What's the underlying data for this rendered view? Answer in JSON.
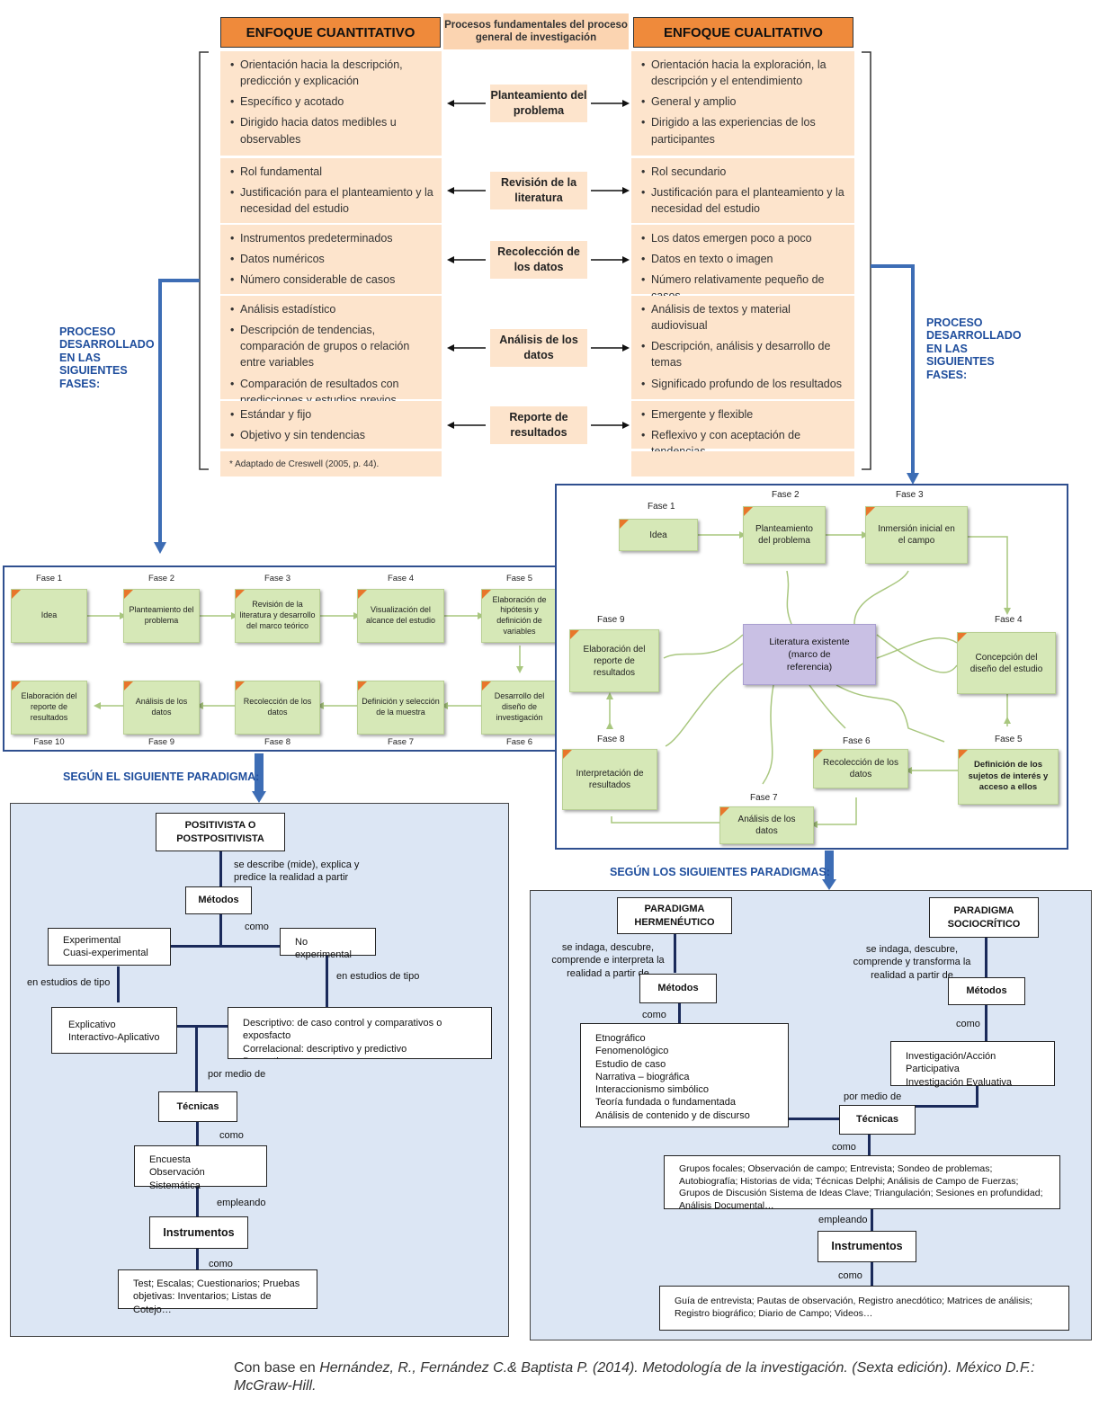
{
  "table": {
    "left_header": "ENFOQUE CUANTITATIVO",
    "mid_header": "Procesos fundamentales del proceso general de investigación",
    "right_header": "ENFOQUE CUALITATIVO",
    "rows": [
      {
        "phase": "Planteamiento del problema",
        "left": [
          "Orientación hacia la descripción, predicción y explicación",
          "Específico y acotado",
          "Dirigido hacia datos medibles u observables"
        ],
        "right": [
          "Orientación hacia la exploración, la descripción y el entendimiento",
          "General y amplio",
          "Dirigido a las experiencias de los participantes"
        ]
      },
      {
        "phase": "Revisión de la literatura",
        "left": [
          "Rol fundamental",
          "Justificación para el planteamiento y la necesidad del estudio"
        ],
        "right": [
          "Rol secundario",
          "Justificación para el planteamiento y la necesidad del estudio"
        ]
      },
      {
        "phase": "Recolección de los datos",
        "left": [
          "Instrumentos predeterminados",
          "Datos numéricos",
          "Número considerable de casos"
        ],
        "right": [
          "Los datos emergen poco a poco",
          "Datos en texto o imagen",
          "Número relativamente pequeño de casos"
        ]
      },
      {
        "phase": "Análisis de los datos",
        "left": [
          "Análisis estadístico",
          "Descripción de tendencias, comparación de grupos o relación entre variables",
          "Comparación de resultados con predicciones y estudios previos"
        ],
        "right": [
          "Análisis de textos y material audiovisual",
          "Descripción, análisis y desarrollo de temas",
          "Significado profundo de los resultados"
        ]
      },
      {
        "phase": "Reporte de resultados",
        "left": [
          "Estándar y fijo",
          "Objetivo y sin tendencias"
        ],
        "right": [
          "Emergente y flexible",
          "Reflexivo y con aceptación de tendencias"
        ]
      }
    ],
    "footnote": "* Adaptado de Creswell (2005, p. 44)."
  },
  "labels": {
    "proceso_left": "PROCESO DESARROLLADO EN LAS SIGUIENTES FASES:",
    "proceso_right": "PROCESO DESARROLLADO EN LAS SIGUIENTES FASES:",
    "paradigma_left": "SEGÚN EL SIGUIENTE PARADIGMA:",
    "paradigma_right": "SEGÚN LOS SIGUIENTES PARADIGMAS:"
  },
  "quant_phases": [
    {
      "fase": "Fase 1",
      "text": "Idea"
    },
    {
      "fase": "Fase 2",
      "text": "Planteamiento del problema"
    },
    {
      "fase": "Fase 3",
      "text": "Revisión de la literatura y desarrollo del marco teórico"
    },
    {
      "fase": "Fase 4",
      "text": "Visualización del alcance del estudio"
    },
    {
      "fase": "Fase 5",
      "text": "Elaboración de hipótesis y definición de variables"
    },
    {
      "fase": "Fase 6",
      "text": "Desarrollo del diseño de investigación"
    },
    {
      "fase": "Fase 7",
      "text": "Definición y selección de la muestra"
    },
    {
      "fase": "Fase 8",
      "text": "Recolección de los datos"
    },
    {
      "fase": "Fase 9",
      "text": "Análisis de los datos"
    },
    {
      "fase": "Fase 10",
      "text": "Elaboración del reporte de resultados"
    }
  ],
  "qual_phases": {
    "center": "Literatura existente (marco de referencia)",
    "items": [
      {
        "fase": "Fase 1",
        "text": "Idea"
      },
      {
        "fase": "Fase 2",
        "text": "Planteamiento del problema"
      },
      {
        "fase": "Fase 3",
        "text": "Inmersión inicial en el campo"
      },
      {
        "fase": "Fase 4",
        "text": "Concepción del diseño del estudio"
      },
      {
        "fase": "Fase 5",
        "text": "Definición de los sujetos de interés y acceso a ellos"
      },
      {
        "fase": "Fase 6",
        "text": "Recolección de los datos"
      },
      {
        "fase": "Fase 7",
        "text": "Análisis de los datos"
      },
      {
        "fase": "Fase 8",
        "text": "Interpretación de resultados"
      },
      {
        "fase": "Fase 9",
        "text": "Elaboración del reporte de resultados"
      }
    ]
  },
  "positivista": {
    "title": "POSITIVISTA O POSTPOSITIVISTA",
    "desc": "se describe (mide), explica y predice la realidad a partir de",
    "metodos": "Métodos",
    "como1": "como",
    "exp": "Experimental\nCuasi-experimental",
    "noexp": "No experimental",
    "tipo1": "en estudios de tipo",
    "tipo2": "en estudios de tipo",
    "explicativo": "Explicativo\nInteractivo-Aplicativo",
    "descriptivo": "Descriptivo: de caso control y comparativos o exposfacto\nCorrelacional: descriptivo y predictivo\nProyectivo",
    "por_medio": "por medio de",
    "tecnicas": "Técnicas",
    "como2": "como",
    "encuesta": "Encuesta\nObservación Sistemática",
    "empleando": "empleando",
    "instrumentos": "Instrumentos",
    "como3": "como",
    "test": "Test; Escalas; Cuestionarios; Pruebas objetivas: Inventarios; Listas de Cotejo…"
  },
  "hermeneutico": {
    "title": "PARADIGMA HERMENÉUTICO",
    "desc": "se indaga, descubre, comprende e interpreta la realidad a partir de",
    "metodos": "Métodos",
    "como1": "como",
    "metodos_list": "Etnográfico\nFenomenológico\nEstudio de caso\nNarrativa – biográfica\nInteraccionismo simbólico\nTeoría fundada o fundamentada\nAnálisis de contenido y de discurso"
  },
  "sociocritico": {
    "title": "PARADIGMA SOCIOCRÍTICO",
    "desc": "se indaga, descubre, comprende y transforma la realidad a partir de",
    "metodos": "Métodos",
    "como1": "como",
    "metodos_list": "Investigación/Acción Participativa\nInvestigación Evaluativa"
  },
  "shared_right": {
    "por_medio": "por medio de",
    "tecnicas": "Técnicas",
    "como2": "como",
    "tecnicas_list": "Grupos focales; Observación de campo; Entrevista; Sondeo de problemas; Autobiografía; Historias de vida; Técnicas Delphi; Análisis de Campo de Fuerzas; Grupos de Discusión Sistema de Ideas Clave; Triangulación; Sesiones en profundidad; Análisis Documental…",
    "empleando": "empleando",
    "instrumentos": "Instrumentos",
    "como3": "como",
    "instrumentos_list": "Guía de entrevista; Pautas de observación, Registro anecdótico; Matrices de análisis; Registro biográfico; Diario de Campo; Videos…"
  },
  "citation": {
    "prefix": "Con base en ",
    "ref": "Hernández, R., Fernández C.& Baptista P. (2014). Metodología de la investigación. (Sexta edición). México D.F.: McGraw-Hill."
  },
  "colors": {
    "orange": "#ef8a3b",
    "peach": "#fde4cc",
    "blue": "#1f4e9d",
    "green": "#d6e8b7",
    "panel": "#dce6f4"
  }
}
